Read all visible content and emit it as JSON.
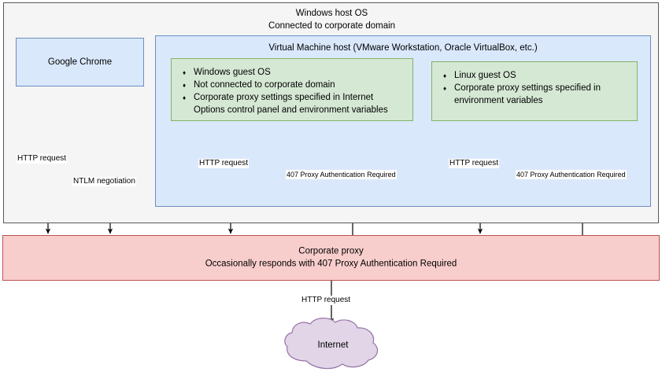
{
  "diagram": {
    "title": "Corporate proxy HTTP flow from Windows host, VM guests, and Chrome",
    "host_os": {
      "title_line1": "Windows host OS",
      "title_line2": "Connected to corporate domain",
      "fill": "#f5f5f5",
      "stroke": "#58585a"
    },
    "chrome": {
      "label": "Google Chrome",
      "fill": "#dae8fc",
      "stroke": "#6c8ebf"
    },
    "vm_host": {
      "title": "Virtual Machine host (VMware Workstation, Oracle VirtualBox, etc.)",
      "fill": "#dae8fc",
      "stroke": "#6c8ebf"
    },
    "windows_guest": {
      "fill": "#d5e8d4",
      "stroke": "#82b366",
      "bullets": [
        "Windows guest OS",
        "Not connected to corporate domain",
        "Corporate proxy settings specified in Internet Options control panel and environment variables"
      ]
    },
    "linux_guest": {
      "fill": "#d5e8d4",
      "stroke": "#82b366",
      "bullets": [
        "Linux guest OS",
        "Corporate proxy settings specified in environment variables"
      ]
    },
    "proxy": {
      "line1": "Corporate proxy",
      "line2": "Occasionally responds with 407 Proxy Authentication Required",
      "fill": "#f8cecc",
      "stroke": "#b85450"
    },
    "internet": {
      "label": "Internet",
      "fill": "#e1d5e7",
      "stroke": "#9673a6"
    },
    "edges": [
      {
        "id": "chrome-http",
        "label": "HTTP request",
        "direction": "down"
      },
      {
        "id": "chrome-ntlm",
        "label": "NTLM negotiation",
        "direction": "both"
      },
      {
        "id": "winguest-http",
        "label": "HTTP request",
        "direction": "down"
      },
      {
        "id": "winguest-407",
        "label": "407 Proxy Authentication Required",
        "direction": "up"
      },
      {
        "id": "linuxguest-http",
        "label": "HTTP request",
        "direction": "down"
      },
      {
        "id": "linuxguest-407",
        "label": "407 Proxy Authentication Required",
        "direction": "up"
      },
      {
        "id": "proxy-internet",
        "label": "HTTP request",
        "direction": "down"
      }
    ]
  }
}
